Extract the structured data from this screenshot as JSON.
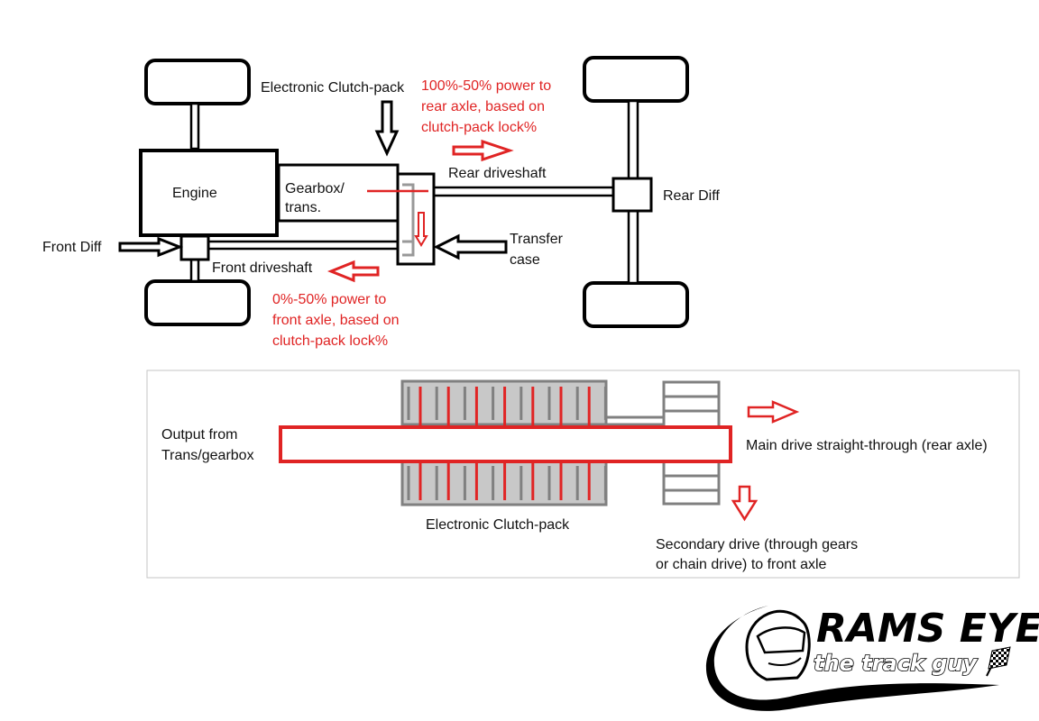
{
  "labels": {
    "engine": "Engine",
    "gearbox_line1": "Gearbox/",
    "gearbox_line2": "trans.",
    "clutch_top": "Electronic Clutch-pack",
    "rear_power_1": "100%-50% power to",
    "rear_power_2": "rear axle, based on",
    "rear_power_3": "clutch-pack lock%",
    "rear_driveshaft": "Rear driveshaft",
    "rear_diff": "Rear Diff",
    "front_diff": "Front Diff",
    "front_driveshaft": "Front driveshaft",
    "transfer_1": "Transfer",
    "transfer_2": "case",
    "front_power_1": "0%-50% power to",
    "front_power_2": "front axle, based on",
    "front_power_3": "clutch-pack lock%"
  },
  "detail": {
    "output_1": "Output from",
    "output_2": "Trans/gearbox",
    "main_drive": "Main drive straight-through (rear axle)",
    "clutch_bottom": "Electronic Clutch-pack",
    "secondary_1": "Secondary drive (through gears",
    "secondary_2": "or chain drive) to front axle"
  },
  "logo": {
    "title": "RAMS EYE",
    "tagline": "the track guy"
  },
  "colors": {
    "power_red": "#e02424",
    "clutch_gray": "#c8c8c8",
    "outline": "#000000"
  }
}
